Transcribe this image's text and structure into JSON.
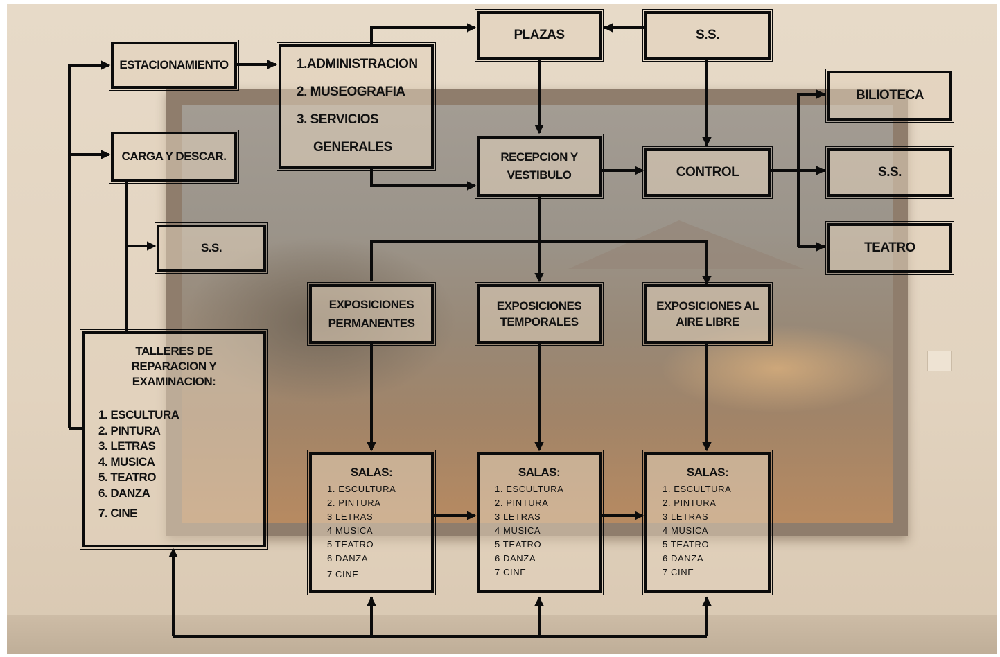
{
  "boxes": {
    "estacionamiento": "ESTACIONAMIENTO",
    "carga": "CARGA Y DESCAR.",
    "ss_left": "S.S.",
    "talleres_title": "TALLERES DE REPARACION Y EXAMINACION:",
    "talleres_items": [
      "1. ESCULTURA",
      "2. PINTURA",
      "3. LETRAS",
      "4. MUSICA",
      "5. TEATRO",
      "6. DANZA",
      "7. CINE"
    ],
    "admin_items": [
      "1.ADMINISTRACION",
      "2. MUSEOGRAFIA",
      "3.  SERVICIOS",
      "GENERALES"
    ],
    "plazas": "PLAZAS",
    "ss_top": "S.S.",
    "recepcion": "RECEPCION Y VESTIBULO",
    "control": "CONTROL",
    "biblioteca": "BILIOTECA",
    "ss_right": "S.S.",
    "teatro": "TEATRO",
    "exp_perm": "EXPOSICIONES PERMANENTES",
    "exp_temp": "EXPOSICIONES TEMPORALES",
    "exp_aire": "EXPOSICIONES AL AIRE LIBRE",
    "salas_title": "SALAS:",
    "salas_items": [
      "1. ESCULTURA",
      "2. PINTURA",
      "3  LETRAS",
      "4  MUSICA",
      "5  TEATRO",
      "6  DANZA",
      "7 CINE"
    ]
  }
}
